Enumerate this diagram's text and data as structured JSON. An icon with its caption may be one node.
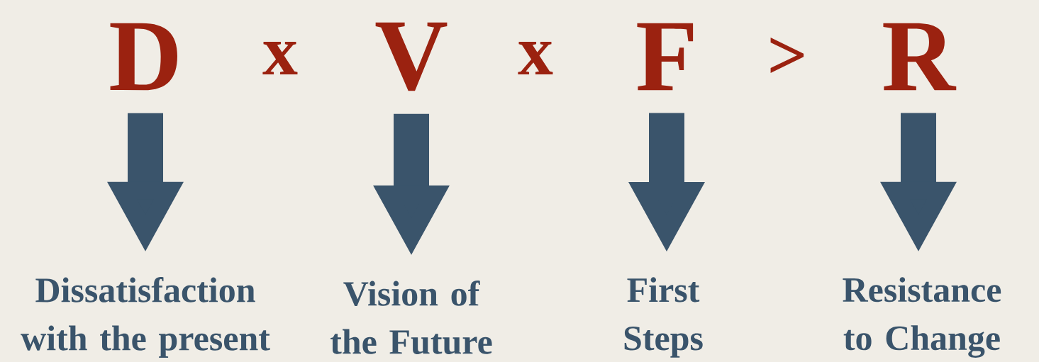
{
  "diagram": {
    "nodes": [
      {
        "text": [
          "D"
        ]
      },
      {
        "text": [
          "V"
        ]
      },
      {
        "text": [
          "F"
        ]
      },
      {
        "text": [
          "R"
        ]
      },
      {
        "text": [
          "Dissatisfaction with the present"
        ]
      },
      {
        "text": [
          "Vision of the Future"
        ]
      },
      {
        "text": [
          "First Steps"
        ]
      },
      {
        "text": [
          "Resistance to Change"
        ]
      }
    ],
    "edges": [
      {
        "from": 0,
        "to": 4,
        "arrow": "to"
      },
      {
        "from": 1,
        "to": 5,
        "arrow": "to"
      },
      {
        "from": 2,
        "to": 6,
        "arrow": "to"
      },
      {
        "from": 3,
        "to": 7,
        "arrow": "to"
      }
    ],
    "labels": [
      "x",
      "x",
      ">"
    ]
  }
}
